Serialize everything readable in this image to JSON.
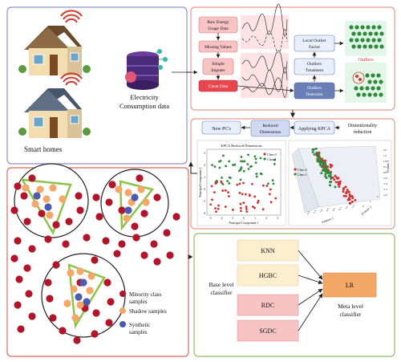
{
  "smart_homes": {
    "label": "Smart homes"
  },
  "electricity": {
    "line1": "Electricity",
    "line2": "Consumption data"
  },
  "pipeline": {
    "raw_line1": "Raw Energy",
    "raw_line2": "Usage Data",
    "missing": "Missing Values",
    "imputer_line1": "Simple",
    "imputer_line2": "Imputer",
    "clean": "Clean Data",
    "lof_line1": "Local Outlier",
    "lof_line2": "Factor",
    "treat_line1": "Outliers",
    "treat_line2": "Treatment",
    "detect_line1": "Outliers",
    "detect_line2": "Detection",
    "outliers_label": "Outliers"
  },
  "kpca": {
    "new_pcs": "New PC's",
    "reduced_line1": "Reduced",
    "reduced_line2": "Dimensions",
    "applying": "Applying KPCA",
    "dimred_line1": "Dimentionality",
    "dimred_line2": "reduction",
    "plot2d_title": "KPCA Reduced Dimensions",
    "plot2d_xlabel": "Principal Component 1",
    "plot2d_ylabel": "Principal Component 2",
    "class0": "Class 0",
    "class1": "Class 1",
    "x_ticks": [
      "-3",
      "-2",
      "-1",
      "0",
      "1",
      "2",
      "3"
    ],
    "y_ticks": [
      "3",
      "2",
      "1",
      "0",
      "-1",
      "-2"
    ],
    "f1": "Feature 1",
    "f2": "Feature 2",
    "f3": "Feature 3",
    "f1_ticks": [
      "-2.0",
      "-1.5",
      "-1.0",
      "-0.5",
      "0.0",
      "0.5",
      "1.0",
      "1.5"
    ],
    "f2_ticks": [
      "0",
      "1",
      "2"
    ],
    "f3_ticks": [
      "2.0",
      "1.5",
      "1.0",
      "0.5",
      "0.0",
      "-0.5",
      "-1.0",
      "-1.5",
      "-2.0"
    ]
  },
  "legend": {
    "minority_line1": "Minority class",
    "minority_line2": "samples",
    "shadow": "Shadow samples",
    "synthetic_line1": "Synthetic",
    "synthetic_line2": "samples"
  },
  "classifiers": {
    "knn": "KNN",
    "hgbc": "HGBC",
    "rdc": "RDC",
    "sgdc": "SGDC",
    "lr": "LR",
    "base_line1": "Base level",
    "base_line2": "classifier",
    "meta_line1": "Meta level",
    "meta_line2": "classifier"
  },
  "colors": {
    "red": "#b0152a",
    "orange": "#f4a868",
    "blue": "#4a5bb0",
    "green_line": "#8cc34a",
    "class0": "#d0312d",
    "class1": "#2e8b3a"
  }
}
